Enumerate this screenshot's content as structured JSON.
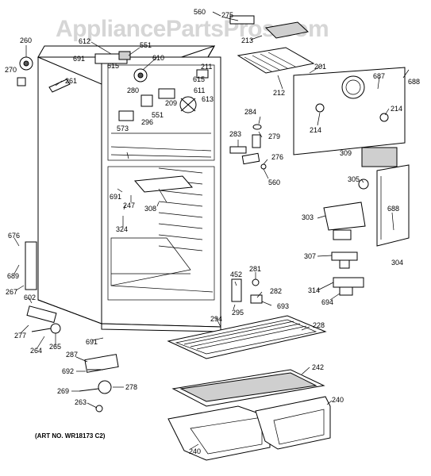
{
  "watermark": "AppliancePartsPros.com",
  "art_number": "(ART NO. WR18173 C2)",
  "callouts": [
    {
      "id": "560a",
      "text": "560"
    },
    {
      "id": "275",
      "text": "275"
    },
    {
      "id": "260",
      "text": "260"
    },
    {
      "id": "612",
      "text": "612"
    },
    {
      "id": "551a",
      "text": "551"
    },
    {
      "id": "691a",
      "text": "691"
    },
    {
      "id": "615a",
      "text": "615"
    },
    {
      "id": "610",
      "text": "610"
    },
    {
      "id": "213",
      "text": "213"
    },
    {
      "id": "270",
      "text": "270"
    },
    {
      "id": "261",
      "text": "261"
    },
    {
      "id": "211",
      "text": "211"
    },
    {
      "id": "201",
      "text": "201"
    },
    {
      "id": "688a",
      "text": "688"
    },
    {
      "id": "280",
      "text": "280"
    },
    {
      "id": "615b",
      "text": "615"
    },
    {
      "id": "687",
      "text": "687"
    },
    {
      "id": "212",
      "text": "212"
    },
    {
      "id": "209",
      "text": "209"
    },
    {
      "id": "611",
      "text": "611"
    },
    {
      "id": "613",
      "text": "613"
    },
    {
      "id": "214a",
      "text": "214"
    },
    {
      "id": "551b",
      "text": "551"
    },
    {
      "id": "284",
      "text": "284"
    },
    {
      "id": "296",
      "text": "296"
    },
    {
      "id": "573",
      "text": "573"
    },
    {
      "id": "214b",
      "text": "214"
    },
    {
      "id": "283",
      "text": "283"
    },
    {
      "id": "279",
      "text": "279"
    },
    {
      "id": "309",
      "text": "309"
    },
    {
      "id": "276",
      "text": "276"
    },
    {
      "id": "560b",
      "text": "560"
    },
    {
      "id": "305",
      "text": "305"
    },
    {
      "id": "691b",
      "text": "691"
    },
    {
      "id": "247",
      "text": "247"
    },
    {
      "id": "308",
      "text": "308"
    },
    {
      "id": "688b",
      "text": "688"
    },
    {
      "id": "303",
      "text": "303"
    },
    {
      "id": "324",
      "text": "324"
    },
    {
      "id": "676",
      "text": "676"
    },
    {
      "id": "689",
      "text": "689"
    },
    {
      "id": "307",
      "text": "307"
    },
    {
      "id": "304",
      "text": "304"
    },
    {
      "id": "281",
      "text": "281"
    },
    {
      "id": "452",
      "text": "452"
    },
    {
      "id": "267",
      "text": "267"
    },
    {
      "id": "282",
      "text": "282"
    },
    {
      "id": "314",
      "text": "314"
    },
    {
      "id": "602",
      "text": "602"
    },
    {
      "id": "693",
      "text": "693"
    },
    {
      "id": "694",
      "text": "694"
    },
    {
      "id": "295",
      "text": "295"
    },
    {
      "id": "294",
      "text": "294"
    },
    {
      "id": "277",
      "text": "277"
    },
    {
      "id": "228",
      "text": "228"
    },
    {
      "id": "264",
      "text": "264"
    },
    {
      "id": "265",
      "text": "265"
    },
    {
      "id": "691c",
      "text": "691"
    },
    {
      "id": "287",
      "text": "287"
    },
    {
      "id": "242",
      "text": "242"
    },
    {
      "id": "692",
      "text": "692"
    },
    {
      "id": "278",
      "text": "278"
    },
    {
      "id": "269",
      "text": "269"
    },
    {
      "id": "240a",
      "text": "240"
    },
    {
      "id": "263",
      "text": "263"
    },
    {
      "id": "240b",
      "text": "240"
    }
  ]
}
